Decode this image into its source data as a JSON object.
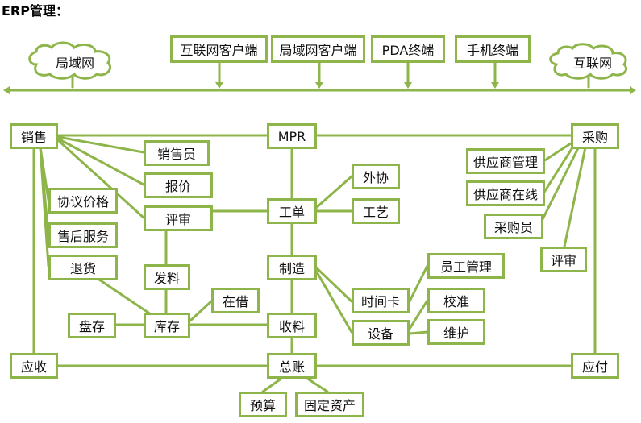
{
  "title": "ERP管理：",
  "clouds": {
    "lan": "局域网",
    "internet": "互联网"
  },
  "clients": {
    "internet_client": "互联网客户端",
    "lan_client": "局域网客户端",
    "pda": "PDA终端",
    "mobile": "手机终端"
  },
  "nodes": {
    "sales": "销售",
    "mpr": "MPR",
    "purchase": "采购",
    "salesperson": "销售员",
    "quote": "报价",
    "agreement_price": "协议价格",
    "after_sales": "售后服务",
    "review_left": "评审",
    "returns": "退货",
    "dispatch": "发料",
    "work_order": "工单",
    "outsource": "外协",
    "process": "工艺",
    "manufacture": "制造",
    "supplier_mgmt": "供应商管理",
    "supplier_online": "供应商在线",
    "buyer": "采购员",
    "review_right": "评审",
    "staff_mgmt": "员工管理",
    "time_card": "时间卡",
    "calibration": "校准",
    "equipment": "设备",
    "maintenance": "维护",
    "lending": "在借",
    "stocktake": "盘存",
    "inventory": "库存",
    "receiving": "收料",
    "receivable": "应收",
    "ledger": "总账",
    "payable": "应付",
    "budget": "预算",
    "fixed_assets": "固定资产"
  }
}
